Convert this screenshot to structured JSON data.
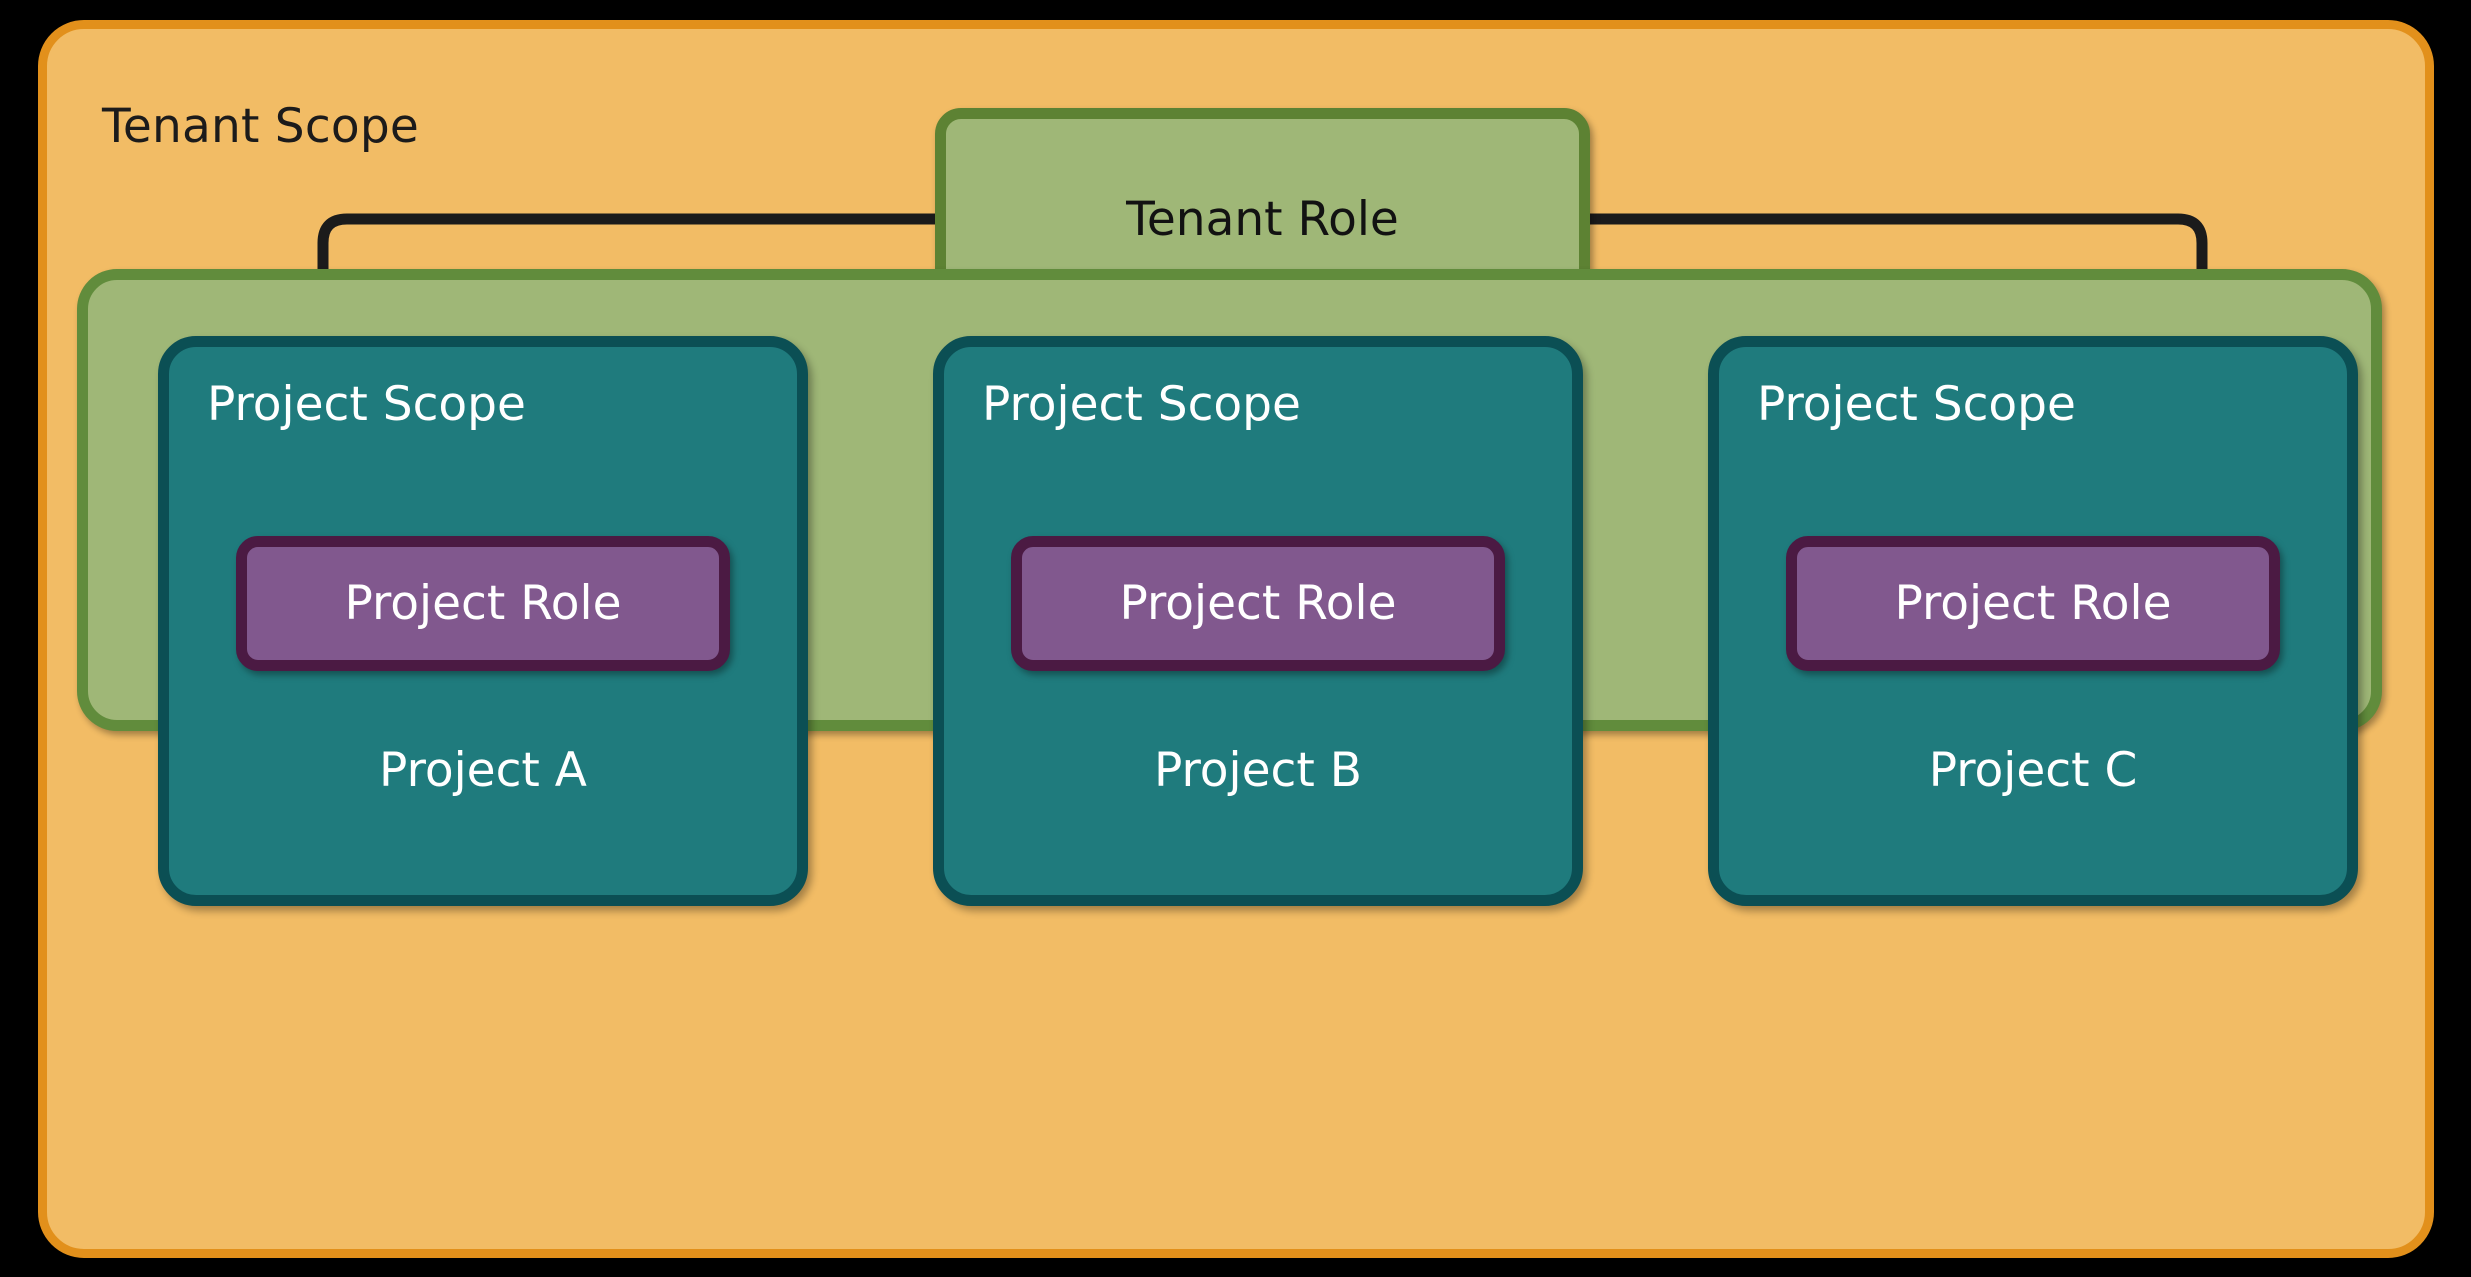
{
  "diagram": {
    "title": "Tenant Scope",
    "tenant_scope": {
      "label": "Tenant Scope",
      "fill_color": "#F2BC65",
      "border_color": "#E2901B"
    },
    "tenant_role": {
      "label": "Tenant Role",
      "fill_color": "#9FB777",
      "border_color": "#5D8233",
      "text_color": "#121212"
    },
    "projects_container": {
      "fill_color": "#9FB777",
      "border_color": "#618C3C"
    },
    "project_card_style": {
      "fill_color": "#1F7B7D",
      "border_color": "#0B4F54",
      "text_color": "#FFFFFF"
    },
    "project_role_style": {
      "fill_color": "#81588E",
      "border_color": "#4B1A43",
      "text_color": "#FFFFFF"
    },
    "projects": [
      {
        "scope_label": "Project Scope",
        "role_label": "Project Role",
        "name": "Project A"
      },
      {
        "scope_label": "Project Scope",
        "role_label": "Project Role",
        "name": "Project B"
      },
      {
        "scope_label": "Project Scope",
        "role_label": "Project Role",
        "name": "Project C"
      }
    ],
    "connectors": [
      {
        "from": "Tenant Role",
        "to": "Project A",
        "style": "elbow-left"
      },
      {
        "from": "Tenant Role",
        "to": "Project B",
        "style": "straight-down"
      },
      {
        "from": "Tenant Role",
        "to": "Project C",
        "style": "elbow-right"
      }
    ],
    "background_color": "#000000",
    "edge_color": "#1B1B1B"
  }
}
